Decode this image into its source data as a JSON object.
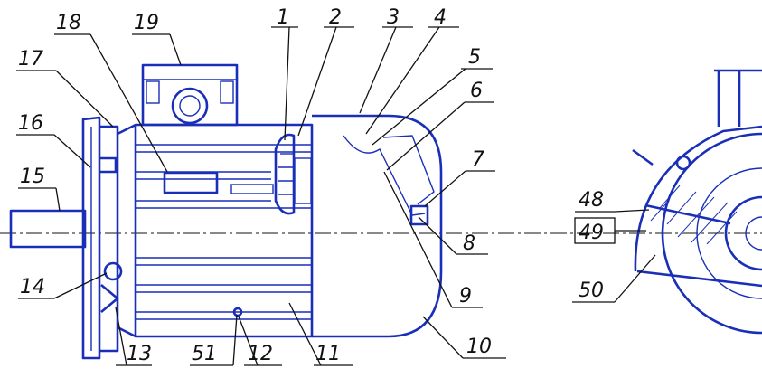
{
  "figure": {
    "type": "engineering-drawing",
    "subject": "electric-motor",
    "line_color": "#1a2fb8",
    "label_color": "#111111",
    "background": "#ffffff"
  },
  "callouts": {
    "c1": "1",
    "c2": "2",
    "c3": "3",
    "c4": "4",
    "c5": "5",
    "c6": "6",
    "c7": "7",
    "c8": "8",
    "c9": "9",
    "c10": "10",
    "c11": "11",
    "c12": "12",
    "c13": "13",
    "c14": "14",
    "c15": "15",
    "c16": "16",
    "c17": "17",
    "c18": "18",
    "c19": "19",
    "c48": "48",
    "c49": "49",
    "c50": "50",
    "c51": "51"
  }
}
